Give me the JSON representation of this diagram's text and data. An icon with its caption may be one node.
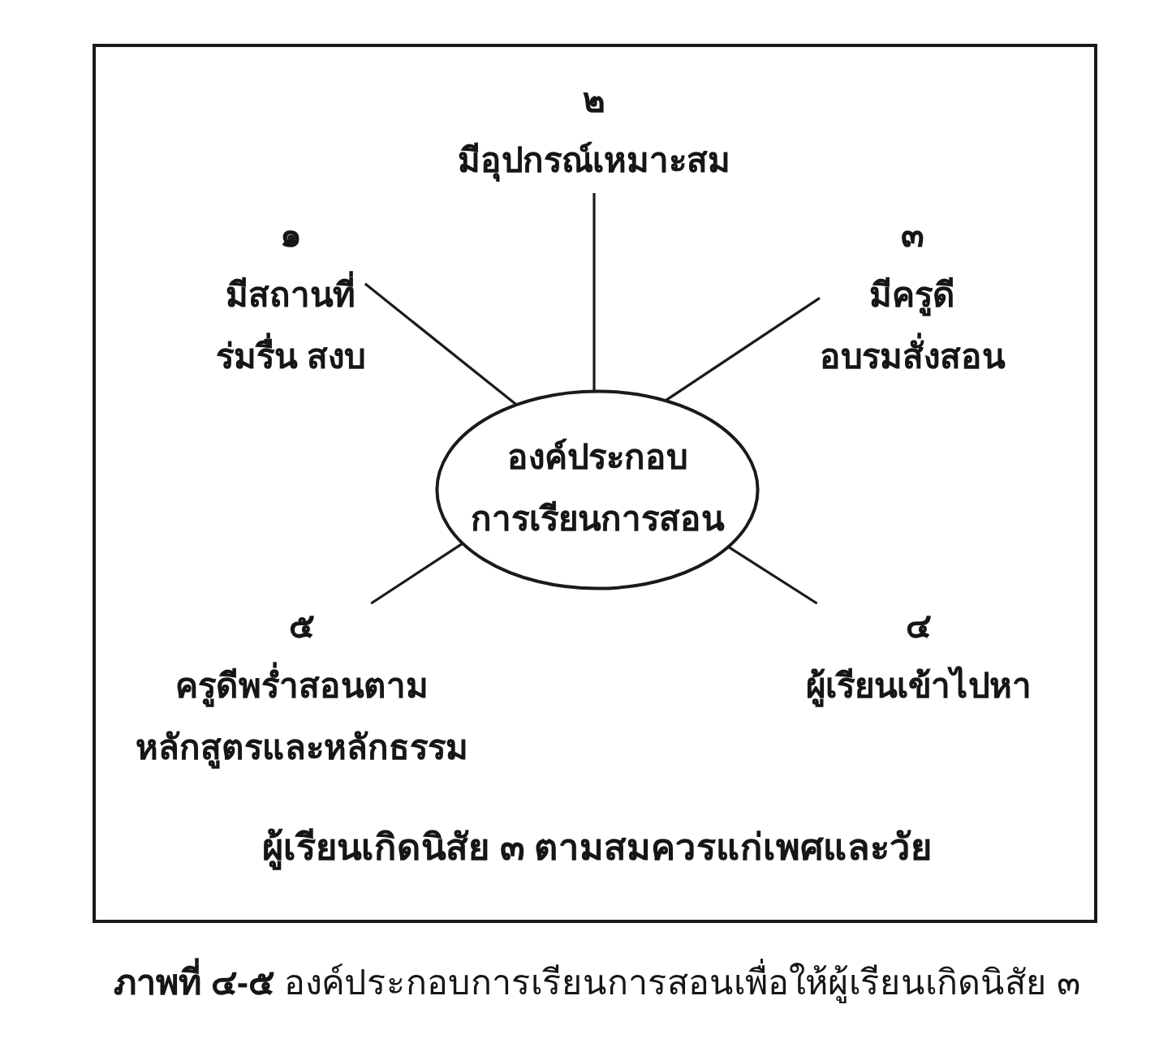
{
  "diagram": {
    "caption": "**ภาพที่ ๔-๕** องค์ประกอบการเรียนการสอนเพื่อให้ผู้เรียนเกิดนิสัย ๓",
    "nodes": [
      {
        "text": [
          "ผู้เรียนเกิดนิสัย ๓ ตามสมควรแก่เพศและวัย"
        ]
      },
      {
        "text": [
          "๒",
          "มีอุปกรณ์เหมาะสม"
        ],
        "in": 0
      },
      {
        "text": [
          "๑",
          "มีสถานที่ร่มรื่น สงบ"
        ],
        "in": 0
      },
      {
        "text": [
          "๓",
          "มีครูดีอบรมสั่งสอน"
        ],
        "in": 0
      },
      {
        "text": [
          "องค์ประกอบการเรียนการสอน"
        ],
        "in": 0
      },
      {
        "text": [
          "๕",
          "ครูดีพร่ำสอนตามหลักสูตรและหลักธรรม"
        ],
        "in": 0
      },
      {
        "text": [
          "๔",
          "ผู้เรียนเข้าไปหา"
        ],
        "in": 0
      }
    ],
    "edges": [
      {
        "from": 4,
        "to": 1,
        "arrow": "none"
      },
      {
        "from": 4,
        "to": 2,
        "arrow": "none"
      },
      {
        "from": 4,
        "to": 3,
        "arrow": "none"
      },
      {
        "from": 4,
        "to": 5,
        "arrow": "none"
      },
      {
        "from": 4,
        "to": 6,
        "arrow": "none"
      }
    ]
  }
}
